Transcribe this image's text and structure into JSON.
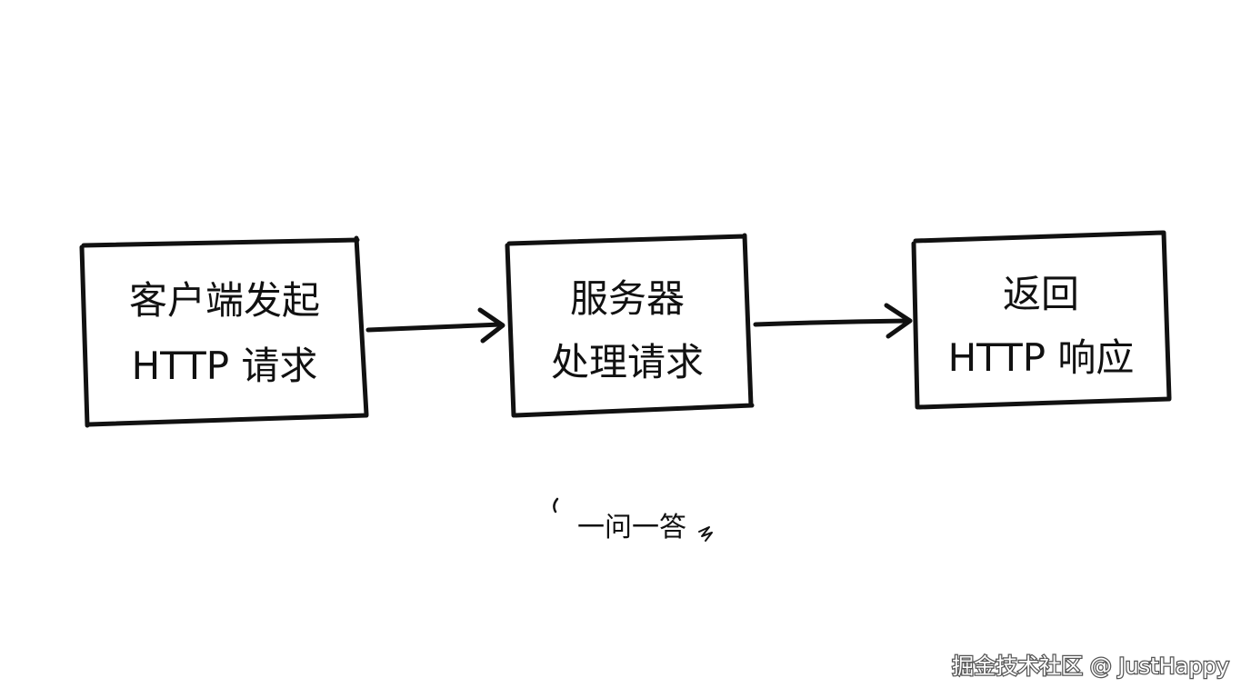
{
  "diagram": {
    "boxes": [
      {
        "line1": "客户端发起",
        "line2": "HTTP 请求"
      },
      {
        "line1": "服务器",
        "line2": "处理请求"
      },
      {
        "line1": "返回",
        "line2": "HTTP 响应"
      }
    ],
    "caption": "一问一答"
  },
  "watermark": "掘金技术社区 @ JustHappy"
}
